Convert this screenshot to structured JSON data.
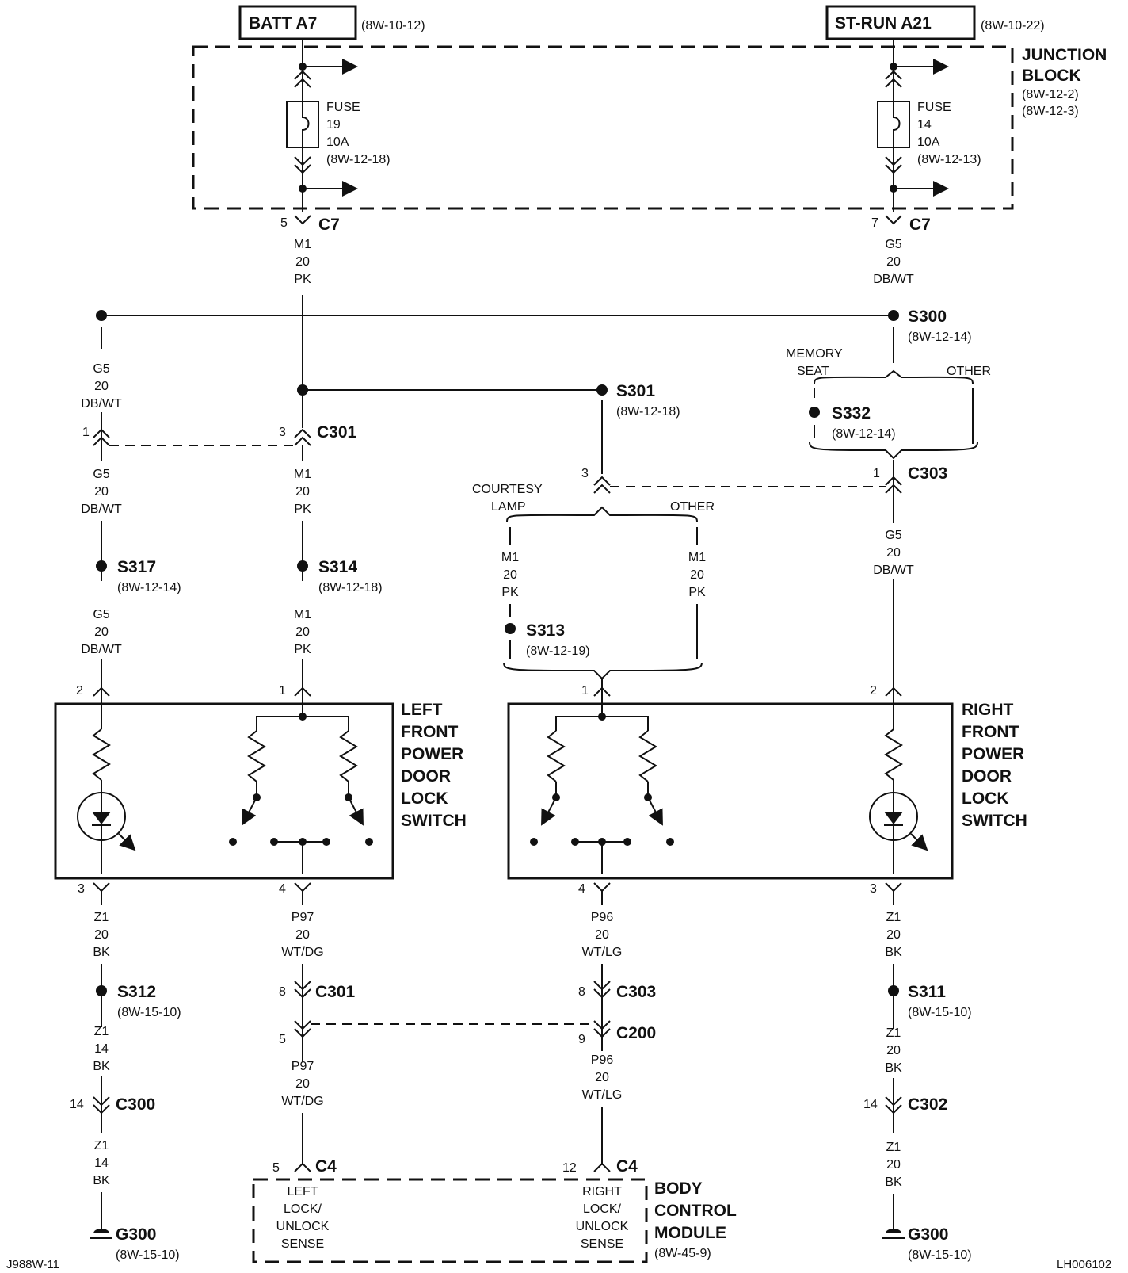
{
  "sources": [
    {
      "name": "BATT A7",
      "ref": "(8W-10-12)"
    },
    {
      "name": "ST-RUN A21",
      "ref": "(8W-10-22)"
    }
  ],
  "junction_block": {
    "title_line1": "JUNCTION",
    "title_line2": "BLOCK",
    "ref1": "(8W-12-2)",
    "ref2": "(8W-12-3)"
  },
  "fuses": [
    {
      "label": "FUSE",
      "number": "19",
      "rating": "10A",
      "ref": "(8W-12-18)"
    },
    {
      "label": "FUSE",
      "number": "14",
      "rating": "10A",
      "ref": "(8W-12-13)"
    }
  ],
  "connectors": {
    "c7_left": {
      "pin": "5",
      "name": "C7"
    },
    "c7_right": {
      "pin": "7",
      "name": "C7"
    },
    "c301_top_left": {
      "pin": "1"
    },
    "c301_top": {
      "pin": "3",
      "name": "C301"
    },
    "c303_top_left": {
      "pin": "3"
    },
    "c303_top": {
      "pin": "1",
      "name": "C303"
    },
    "lf_pin2": "2",
    "lf_pin1": "1",
    "lf_pin3": "3",
    "lf_pin4": "4",
    "rf_pin1": "1",
    "rf_pin2": "2",
    "rf_pin4": "4",
    "rf_pin3": "3",
    "c301_bot": {
      "pin": "8",
      "name": "C301"
    },
    "c303_bot": {
      "pin": "8",
      "name": "C303"
    },
    "c301_bot2": {
      "pin": "5"
    },
    "c200": {
      "pin": "9",
      "name": "C200"
    },
    "c300": {
      "pin": "14",
      "name": "C300"
    },
    "c302": {
      "pin": "14",
      "name": "C302"
    },
    "c4_left": {
      "pin": "5",
      "name": "C4"
    },
    "c4_right": {
      "pin": "12",
      "name": "C4"
    }
  },
  "wires": {
    "m1_top": [
      "M1",
      "20",
      "PK"
    ],
    "g5_top": [
      "G5",
      "20",
      "DB/WT"
    ],
    "g5_left_a": [
      "G5",
      "20",
      "DB/WT"
    ],
    "g5_left_b": [
      "G5",
      "20",
      "DB/WT"
    ],
    "g5_left_c": [
      "G5",
      "20",
      "DB/WT"
    ],
    "m1_mid_a": [
      "M1",
      "20",
      "PK"
    ],
    "m1_mid_b": [
      "M1",
      "20",
      "PK"
    ],
    "m1_court": [
      "M1",
      "20",
      "PK"
    ],
    "m1_other": [
      "M1",
      "20",
      "PK"
    ],
    "g5_right": [
      "G5",
      "20",
      "DB/WT"
    ],
    "z1_left_a": [
      "Z1",
      "20",
      "BK"
    ],
    "z1_left_b": [
      "Z1",
      "14",
      "BK"
    ],
    "z1_left_c": [
      "Z1",
      "14",
      "BK"
    ],
    "p97_a": [
      "P97",
      "20",
      "WT/DG"
    ],
    "p97_b": [
      "P97",
      "20",
      "WT/DG"
    ],
    "p96_a": [
      "P96",
      "20",
      "WT/LG"
    ],
    "p96_b": [
      "P96",
      "20",
      "WT/LG"
    ],
    "z1_right_a": [
      "Z1",
      "20",
      "BK"
    ],
    "z1_right_b": [
      "Z1",
      "20",
      "BK"
    ],
    "z1_right_c": [
      "Z1",
      "20",
      "BK"
    ]
  },
  "splices": {
    "s300": {
      "name": "S300",
      "ref": "(8W-12-14)"
    },
    "s301": {
      "name": "S301",
      "ref": "(8W-12-18)"
    },
    "s332": {
      "name": "S332",
      "ref": "(8W-12-14)"
    },
    "s317": {
      "name": "S317",
      "ref": "(8W-12-14)"
    },
    "s314": {
      "name": "S314",
      "ref": "(8W-12-18)"
    },
    "s313": {
      "name": "S313",
      "ref": "(8W-12-19)"
    },
    "s312": {
      "name": "S312",
      "ref": "(8W-15-10)"
    },
    "s311": {
      "name": "S311",
      "ref": "(8W-15-10)"
    }
  },
  "options": {
    "memory_line1": "MEMORY",
    "memory_line2": "SEAT",
    "other_right": "OTHER",
    "courtesy_line1": "COURTESY",
    "courtesy_line2": "LAMP",
    "other_mid": "OTHER"
  },
  "switches": {
    "left": [
      "LEFT",
      "FRONT",
      "POWER",
      "DOOR",
      "LOCK",
      "SWITCH"
    ],
    "right": [
      "RIGHT",
      "FRONT",
      "POWER",
      "DOOR",
      "LOCK",
      "SWITCH"
    ]
  },
  "bcm": {
    "title": [
      "BODY",
      "CONTROL",
      "MODULE"
    ],
    "ref": "(8W-45-9)",
    "left_sense": [
      "LEFT",
      "LOCK/",
      "UNLOCK",
      "SENSE"
    ],
    "right_sense": [
      "RIGHT",
      "LOCK/",
      "UNLOCK",
      "SENSE"
    ]
  },
  "grounds": [
    {
      "name": "G300",
      "ref": "(8W-15-10)"
    },
    {
      "name": "G300",
      "ref": "(8W-15-10)"
    }
  ],
  "footer": {
    "left": "J988W-11",
    "right": "LH006102"
  }
}
